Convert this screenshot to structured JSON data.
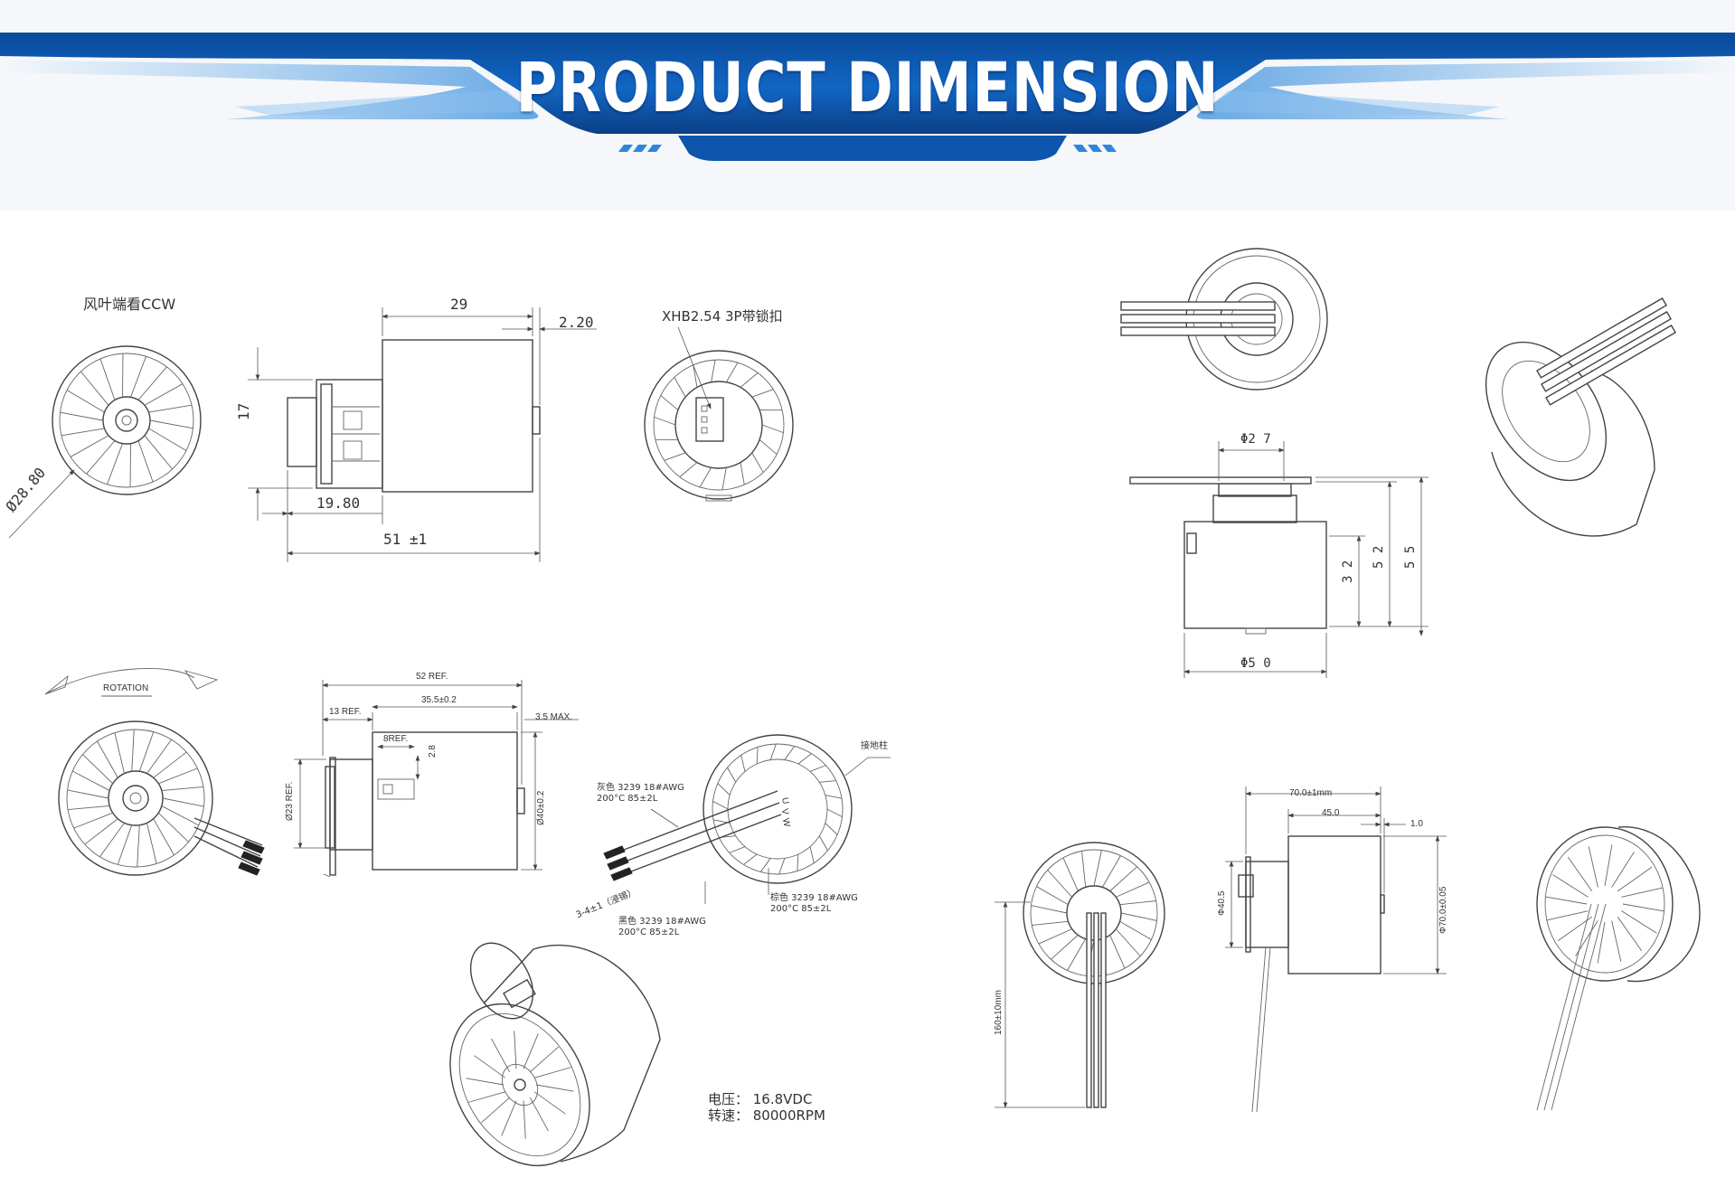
{
  "banner": {
    "title": "PRODUCT DIMENSION",
    "colors": {
      "primary": "#0b55a8",
      "dark": "#06306b",
      "light": "#5fa6e8",
      "background": "#f5f7fa"
    }
  },
  "drawing_a": {
    "view_note": "风叶端看CCW",
    "dia_outer": "Ø28.80",
    "len_body": "29",
    "shaft_ext": "2.20",
    "height": "17",
    "len_connector": "19.80",
    "len_total": "51 ±1",
    "connector_note": "XHB2.54 3P带锁扣"
  },
  "drawing_b": {
    "rotation": "ROTATION",
    "len_total": "52 REF.",
    "len_mount": "13 REF.",
    "len_body": "35.5±0.2",
    "shaft_max": "3.5 MAX.",
    "width_tab": "8REF.",
    "height_tab": "2.8",
    "dia_mount": "Ø23 REF.",
    "dia_body": "Ø40±0.2",
    "wire_grey_1": "灰色 3239 18#AWG",
    "wire_grey_2": "200°C  85±2L",
    "wire_brown_1": "棕色 3239 18#AWG",
    "wire_brown_2": "200°C  85±2L",
    "wire_black_1": "黑色 3239 18#AWG",
    "wire_black_2": "200°C  85±2L",
    "strip": "3-4±1（浸锡）",
    "ground": "接地柱",
    "phase_labels": [
      "U",
      "V",
      "W"
    ],
    "voltage": "电压：  16.8VDC",
    "speed": "转速：   80000RPM"
  },
  "drawing_c": {
    "dia_top": "Φ2 7",
    "dia_bottom": "Φ5 0",
    "h1": "3 2",
    "h2": "5 2",
    "h3": "5 5"
  },
  "drawing_d": {
    "len_total": "70.0±1mm",
    "len_body": "45.0",
    "gap": "1.0",
    "dia_mount": "Φ40.5",
    "dia_body": "Φ70.0±0.05",
    "wire_len": "160±10mm"
  }
}
